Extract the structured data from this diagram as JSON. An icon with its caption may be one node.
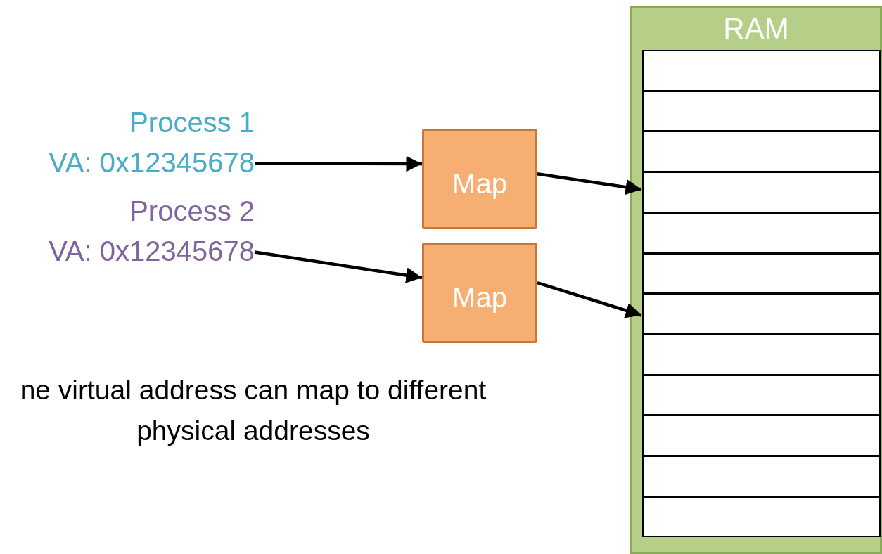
{
  "diagram": {
    "nodes": [
      {
        "text": [
          "Process 1",
          "VA: 0x12345678"
        ]
      },
      {
        "text": [
          "Process 2",
          "VA: 0x12345678"
        ]
      },
      {
        "text": [
          "Map"
        ]
      },
      {
        "text": [
          "Map"
        ]
      },
      {
        "text": [
          "RAM"
        ]
      },
      {
        "text": [],
        "shape": "box",
        "in": 4
      },
      {
        "text": [],
        "shape": "box",
        "in": 4
      },
      {
        "text": [],
        "shape": "box",
        "in": 4
      },
      {
        "text": [],
        "shape": "box",
        "in": 4
      },
      {
        "text": [],
        "shape": "box",
        "in": 4
      },
      {
        "text": [],
        "shape": "box",
        "in": 4
      },
      {
        "text": [],
        "shape": "box",
        "in": 4
      },
      {
        "text": [],
        "shape": "box",
        "in": 4
      },
      {
        "text": [],
        "shape": "box",
        "in": 4
      },
      {
        "text": [],
        "shape": "box",
        "in": 4
      },
      {
        "text": [],
        "shape": "box",
        "in": 4
      },
      {
        "text": [],
        "shape": "box",
        "in": 4
      }
    ],
    "edges": [
      {
        "from": 0,
        "to": 2,
        "arrow": "to"
      },
      {
        "from": 2,
        "to": 8,
        "arrow": "to"
      },
      {
        "from": 1,
        "to": 3,
        "arrow": "to"
      },
      {
        "from": 3,
        "to": 11,
        "arrow": "to"
      }
    ],
    "labels": [
      "ne virtual address can map to different physical addresses"
    ]
  }
}
